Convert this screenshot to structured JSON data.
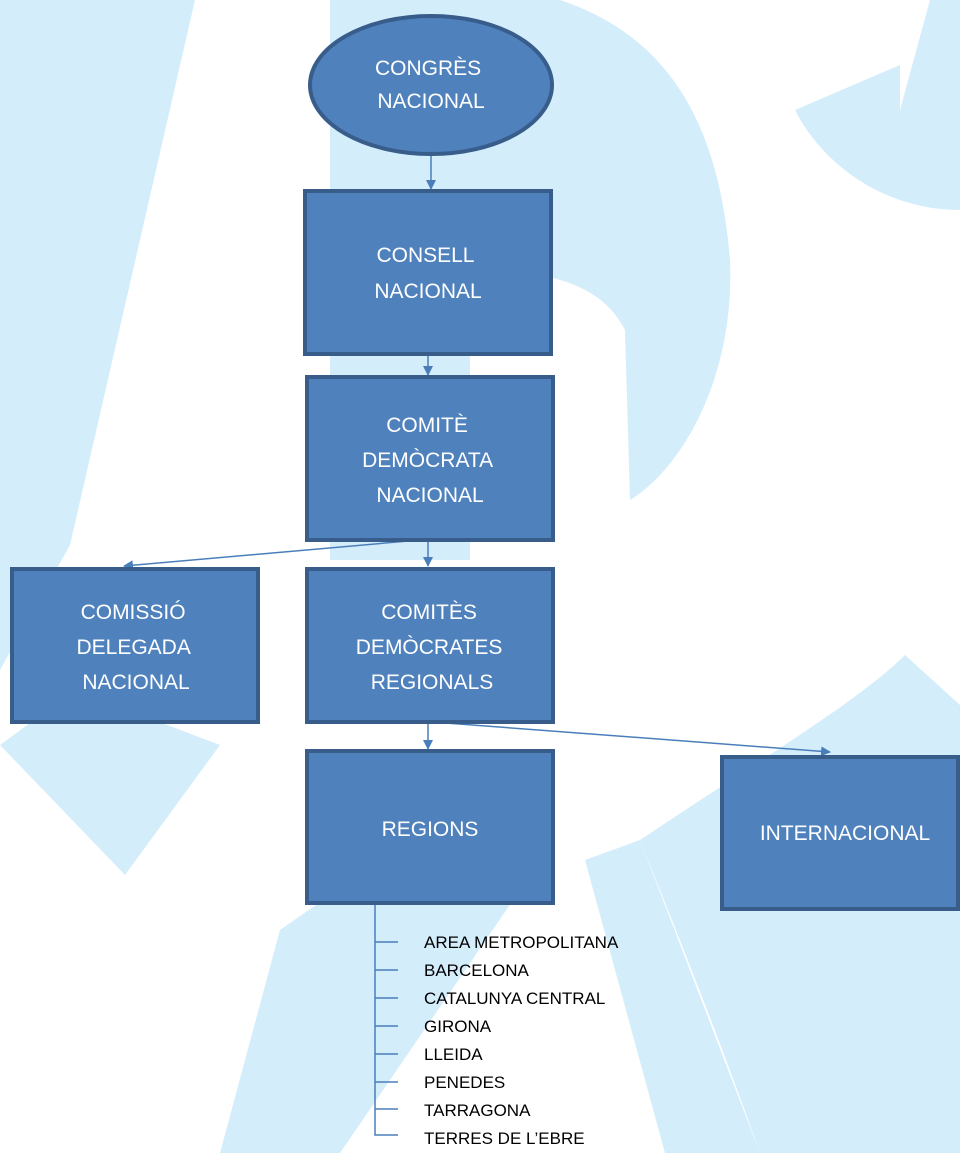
{
  "colors": {
    "watermark": "#d3edfb",
    "node_fill": "#4f81bd",
    "node_stroke": "#385d8a",
    "connector": "#4a7ebb",
    "node_text": "#ffffff",
    "list_text": "#000000"
  },
  "nodes": {
    "congres": [
      "CONGRÈS",
      "NACIONAL"
    ],
    "consell": [
      "CONSELL",
      "NACIONAL"
    ],
    "comite_nacional": [
      "COMITÈ",
      "DEMÒCRATA",
      "NACIONAL"
    ],
    "comissio": [
      "COMISSIÓ",
      "DELEGADA",
      "NACIONAL"
    ],
    "comites_regionals": [
      "COMITÈS",
      "DEMÒCRATES",
      "REGIONALS"
    ],
    "regions": [
      "REGIONS"
    ],
    "internacional": [
      "INTERNACIONAL"
    ]
  },
  "regions_list": [
    "AREA METROPOLITANA",
    "BARCELONA",
    "CATALUNYA CENTRAL",
    "GIRONA",
    "LLEIDA",
    "PENEDES",
    "TARRAGONA",
    "TERRES DE L’EBRE"
  ]
}
